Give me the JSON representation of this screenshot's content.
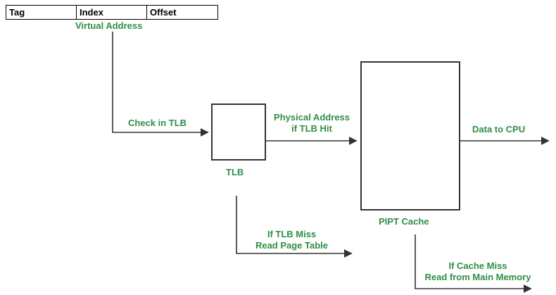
{
  "colors": {
    "label_green": "#2F8D46",
    "line": "#333333",
    "background": "#FFFFFF"
  },
  "address_table": {
    "columns": [
      "Tag",
      "Index",
      "Offset"
    ],
    "caption": "Virtual Address"
  },
  "boxes": {
    "tlb_label": "TLB",
    "pipt_cache_label": "PIPT Cache"
  },
  "labels": {
    "check_in_tlb": "Check in TLB",
    "physical_address_line1": "Physical Address",
    "physical_address_line2": "if TLB Hit",
    "data_to_cpu": "Data to CPU",
    "tlb_miss_line1": "If TLB Miss",
    "tlb_miss_line2": "Read Page Table",
    "cache_miss_line1": "If Cache Miss",
    "cache_miss_line2": "Read from Main Memory"
  }
}
